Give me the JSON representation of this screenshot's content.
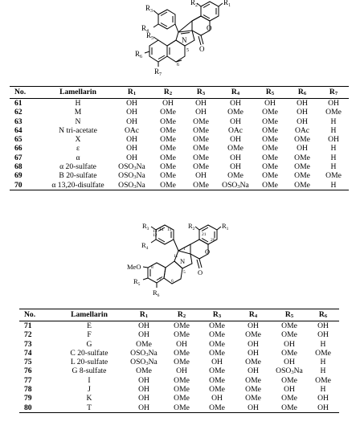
{
  "structure1": {
    "labels": {
      "r1": "R",
      "r1s": "1",
      "r2": "R",
      "r2s": "2",
      "r3": "R",
      "r3s": "3",
      "r4": "R",
      "r4s": "4",
      "r5": "R",
      "r5s": "5",
      "r6": "R",
      "r6s": "6",
      "r7": "R",
      "r7s": "7",
      "n": "N",
      "o1": "O",
      "o2": "O",
      "pos5": "5",
      "pos6": "6"
    }
  },
  "structure2": {
    "labels": {
      "r1": "R",
      "r1s": "1",
      "r2": "R",
      "r2s": "2",
      "r3": "R",
      "r3s": "3",
      "r4": "R",
      "r4s": "4",
      "r5": "R",
      "r5s": "5",
      "r6": "R",
      "r6s": "6",
      "meo": "MeO",
      "n": "N",
      "o1": "O",
      "o2": "O",
      "p1": "1",
      "p5": "5",
      "p6": "6",
      "p7": "7",
      "p8": "8",
      "p11": "11",
      "p12": "12",
      "p13": "13",
      "p14": "14",
      "p15": "15",
      "p20": "20",
      "p21": "21"
    }
  },
  "table1": {
    "headers": [
      "No.",
      "Lamellarin",
      "R1",
      "R2",
      "R3",
      "R4",
      "R5",
      "R6",
      "R7"
    ],
    "rows": [
      [
        "61",
        "H",
        "OH",
        "OH",
        "OH",
        "OH",
        "OH",
        "OH",
        "OH"
      ],
      [
        "62",
        "M",
        "OH",
        "OMe",
        "OH",
        "OMe",
        "OMe",
        "OH",
        "OMe"
      ],
      [
        "63",
        "N",
        "OH",
        "OMe",
        "OMe",
        "OH",
        "OMe",
        "OH",
        "H"
      ],
      [
        "64",
        "N tri-acetate",
        "OAc",
        "OMe",
        "OMe",
        "OAc",
        "OMe",
        "OAc",
        "H"
      ],
      [
        "65",
        "X",
        "OH",
        "OMe",
        "OMe",
        "OH",
        "OMe",
        "OMe",
        "OH"
      ],
      [
        "66",
        "ε",
        "OH",
        "OMe",
        "OMe",
        "OMe",
        "OMe",
        "OH",
        "H"
      ],
      [
        "67",
        "α",
        "OH",
        "OMe",
        "OMe",
        "OH",
        "OMe",
        "OMe",
        "H"
      ],
      [
        "68",
        "α 20-sulfate",
        "OSO3Na",
        "OMe",
        "OMe",
        "OH",
        "OMe",
        "OMe",
        "H"
      ],
      [
        "69",
        "Β 20-sulfate",
        "OSO3Na",
        "OMe",
        "OH",
        "OMe",
        "OMe",
        "OMe",
        "OMe"
      ],
      [
        "70",
        "α 13,20-disulfate",
        "OSO3Na",
        "OMe",
        "OMe",
        "OSO3Na",
        "OMe",
        "OMe",
        "H"
      ]
    ]
  },
  "table2": {
    "headers": [
      "No.",
      "Lamellarin",
      "R1",
      "R2",
      "R3",
      "R4",
      "R5",
      "R6"
    ],
    "rows": [
      [
        "71",
        "E",
        "OH",
        "OMe",
        "OMe",
        "OH",
        "OMe",
        "OH"
      ],
      [
        "72",
        "F",
        "OH",
        "OMe",
        "OMe",
        "OMe",
        "OMe",
        "OH"
      ],
      [
        "73",
        "G",
        "OMe",
        "OH",
        "OMe",
        "OH",
        "OH",
        "H"
      ],
      [
        "74",
        "C 20-sulfate",
        "OSO3Na",
        "OMe",
        "OMe",
        "OH",
        "OMe",
        "OMe"
      ],
      [
        "75",
        "L 20-sulfate",
        "OSO3Na",
        "OMe",
        "OH",
        "OMe",
        "OH",
        "H"
      ],
      [
        "76",
        "G 8-sulfate",
        "OMe",
        "OH",
        "OMe",
        "OH",
        "OSO3Na",
        "H"
      ],
      [
        "77",
        "I",
        "OH",
        "OMe",
        "OMe",
        "OMe",
        "OMe",
        "OMe"
      ],
      [
        "78",
        "J",
        "OH",
        "OMe",
        "OMe",
        "OMe",
        "OH",
        "H"
      ],
      [
        "79",
        "K",
        "OH",
        "OMe",
        "OH",
        "OMe",
        "OMe",
        "OH"
      ],
      [
        "80",
        "T",
        "OH",
        "OMe",
        "OMe",
        "OH",
        "OMe",
        "OH"
      ]
    ]
  }
}
